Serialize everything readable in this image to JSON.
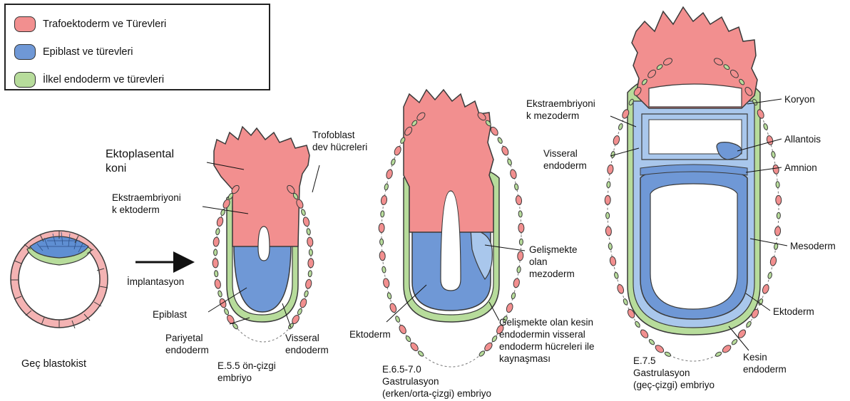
{
  "colors": {
    "trophectoderm": "#f28f8f",
    "epiblast": "#6f98d6",
    "epiblast_light": "#a9c7ec",
    "primitive_endoderm": "#b7dc9b",
    "outline": "#3a3a3a"
  },
  "legend": {
    "items": [
      {
        "label": "Trafoektoderm ve Türevleri",
        "swatch": "trophectoderm"
      },
      {
        "label": "Epiblast ve türevleri",
        "swatch": "epiblast"
      },
      {
        "label": "İlkel endoderm ve türevleri",
        "swatch": "primitive_endoderm"
      }
    ]
  },
  "arrow_label": "İmplantasyon",
  "stages": {
    "blastocyst": {
      "caption": "Geç blastokist"
    },
    "e55": {
      "caption": [
        "E.5.5 ön-çizgi",
        "embriyo"
      ],
      "labels": {
        "ectoplacental": [
          "Ektoplasental",
          "koni"
        ],
        "trophoblast": [
          "Trofoblast",
          "dev hücreleri"
        ],
        "extra_ectoderm": [
          "Ekstraembriyoni",
          "k ektoderm"
        ],
        "epiblast": "Epiblast",
        "parietal": [
          "Pariyetal",
          "endoderm"
        ],
        "visceral": [
          "Visseral",
          "endoderm"
        ]
      }
    },
    "e65": {
      "caption": [
        "E.6.5-7.0",
        "Gastrulasyon",
        "(erken/orta-çizgi) embriyo"
      ],
      "labels": {
        "developing_mesoderm": [
          "Gelişmekte",
          "olan",
          "mezoderm"
        ],
        "ectoderm": "Ektoderm",
        "fusion": [
          "Gelişmekte olan kesin",
          "endodermin visseral",
          "endoderm hücreleri ile",
          "kaynaşması"
        ]
      }
    },
    "e75": {
      "caption": [
        "E.7.5",
        "Gastrulasyon",
        "(geç-çizgi) embriyo"
      ],
      "labels": {
        "extra_mesoderm": [
          "Ekstraembriyoni",
          "k mezoderm"
        ],
        "visceral": [
          "Visseral",
          "endoderm"
        ],
        "chorion": "Koryon",
        "allantois": "Allantois",
        "amnion": "Amnion",
        "mesoderm": "Mesoderm",
        "ectoderm": "Ektoderm",
        "definitive": [
          "Kesin",
          "endoderm"
        ]
      }
    }
  }
}
